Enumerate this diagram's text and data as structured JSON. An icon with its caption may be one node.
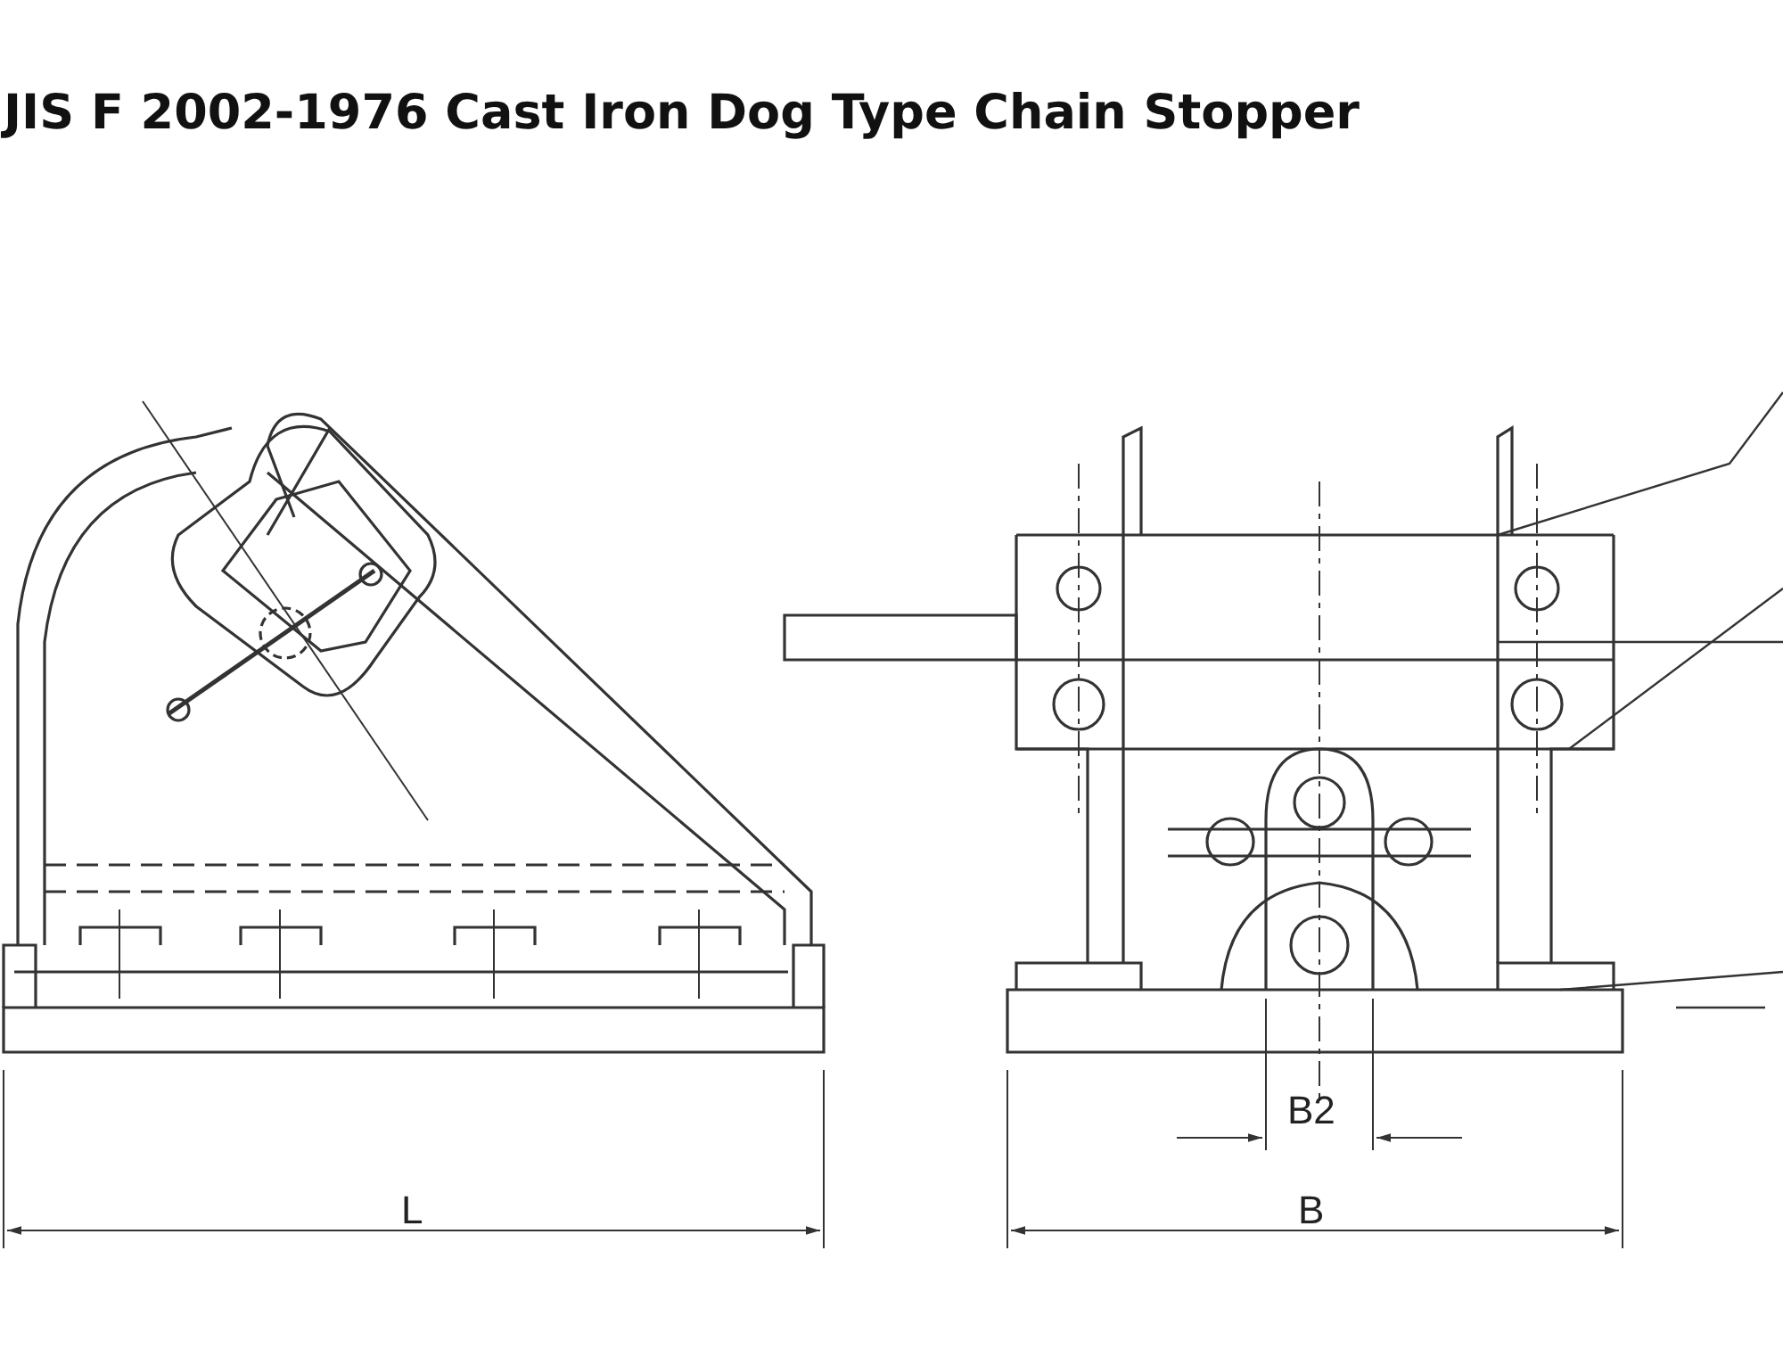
{
  "diagram": {
    "title": "JIS F 2002-1976 Cast Iron Dog Type Chain Stopper",
    "labels": [
      "B2",
      "L",
      "B"
    ]
  }
}
